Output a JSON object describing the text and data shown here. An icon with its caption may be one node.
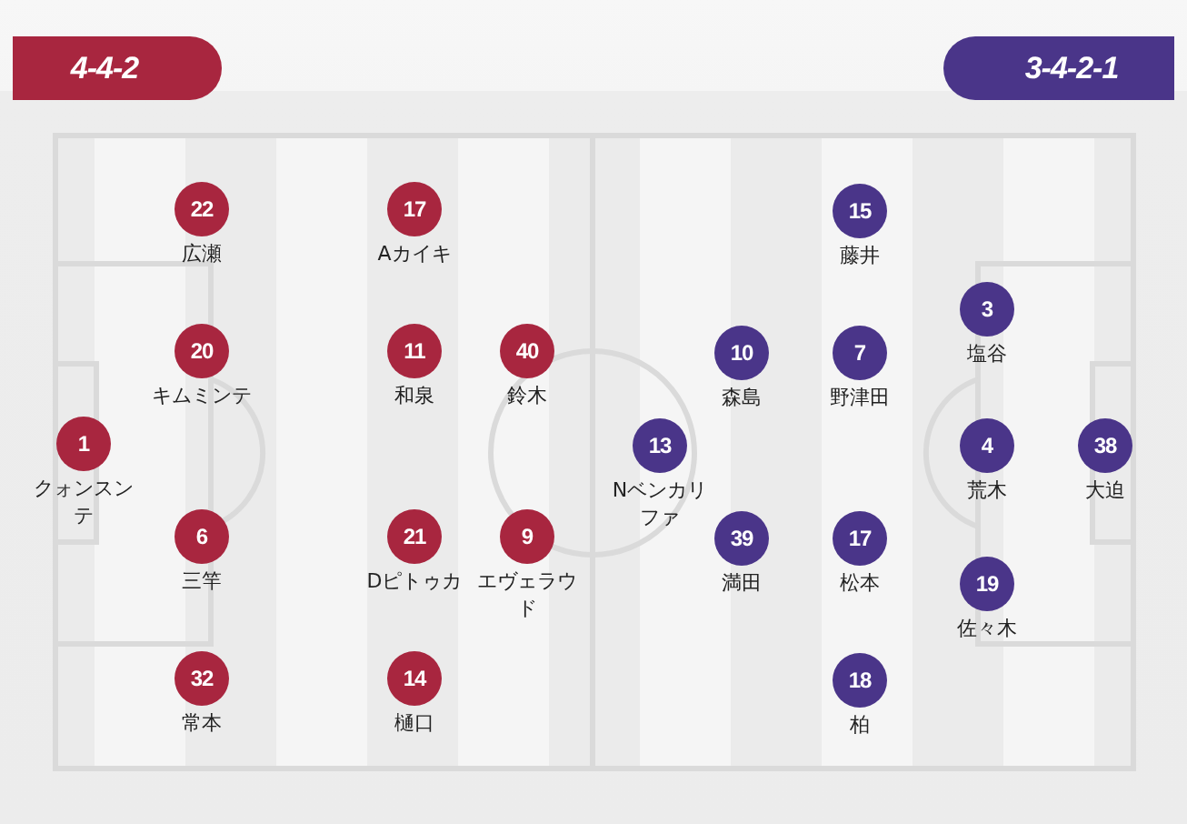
{
  "diagram": {
    "nodes": [
      {
        "text": [
          "4-4-2"
        ]
      },
      {
        "text": [
          "22"
        ],
        "beside": [
          "広瀬"
        ]
      },
      {
        "text": [
          "17"
        ],
        "beside": [
          "Aカイキ"
        ]
      },
      {
        "text": [
          "20"
        ],
        "beside": [
          "キムミンテ"
        ]
      },
      {
        "text": [
          "11"
        ],
        "beside": [
          "和泉"
        ]
      },
      {
        "text": [
          "40"
        ],
        "beside": [
          "鈴木"
        ]
      },
      {
        "text": [
          "1"
        ],
        "beside": [
          "クォンスンテ"
        ]
      },
      {
        "text": [
          "6"
        ],
        "beside": [
          "三竿"
        ]
      },
      {
        "text": [
          "21"
        ],
        "beside": [
          "Dピトゥカ"
        ]
      },
      {
        "text": [
          "9"
        ],
        "beside": [
          "エヴェラウド"
        ]
      },
      {
        "text": [
          "32"
        ],
        "beside": [
          "常本"
        ]
      },
      {
        "text": [
          "14"
        ],
        "beside": [
          "樋口"
        ]
      },
      {
        "text": [
          "3-4-2-1"
        ]
      },
      {
        "text": [
          "15"
        ],
        "beside": [
          "藤井"
        ]
      },
      {
        "text": [
          "3"
        ],
        "beside": [
          "塩谷"
        ]
      },
      {
        "text": [
          "10"
        ],
        "beside": [
          "森島"
        ]
      },
      {
        "text": [
          "7"
        ],
        "beside": [
          "野津田"
        ]
      },
      {
        "text": [
          "13"
        ],
        "beside": [
          "Nベンカリファ"
        ]
      },
      {
        "text": [
          "4"
        ],
        "beside": [
          "荒木"
        ]
      },
      {
        "text": [
          "38"
        ],
        "beside": [
          "大迫"
        ]
      },
      {
        "text": [
          "39"
        ],
        "beside": [
          "満田"
        ]
      },
      {
        "text": [
          "17"
        ],
        "beside": [
          "松本"
        ]
      },
      {
        "text": [
          "19"
        ],
        "beside": [
          "佐々木"
        ]
      },
      {
        "text": [
          "18"
        ],
        "beside": [
          "柏"
        ]
      }
    ]
  }
}
